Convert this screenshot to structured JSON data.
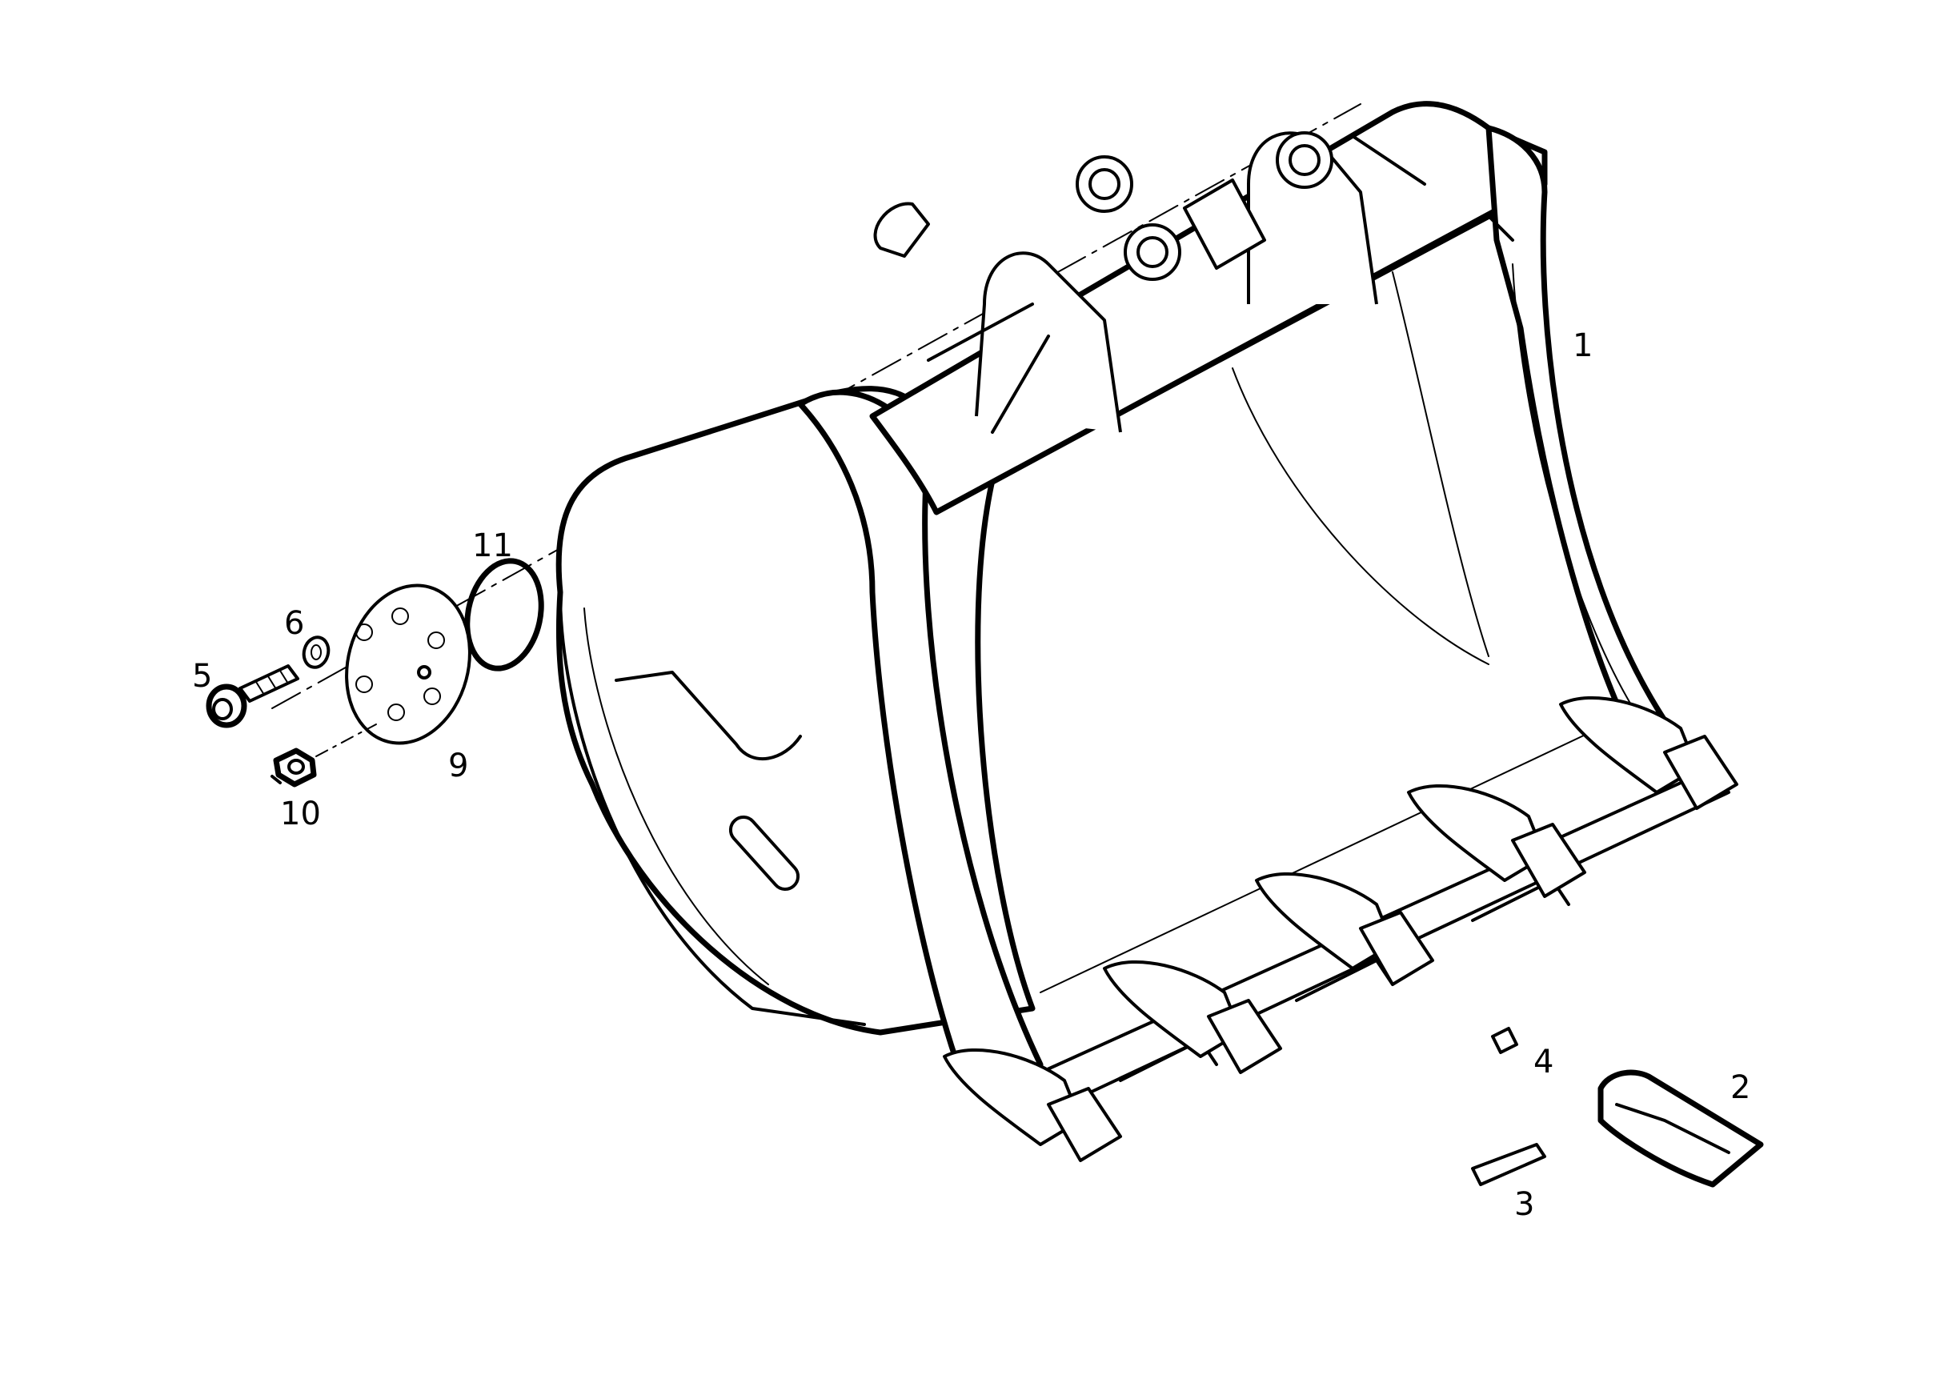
{
  "diagram": {
    "callouts": [
      {
        "id": "1",
        "label": "1"
      },
      {
        "id": "2",
        "label": "2"
      },
      {
        "id": "3",
        "label": "3"
      },
      {
        "id": "4",
        "label": "4"
      },
      {
        "id": "5",
        "label": "5"
      },
      {
        "id": "6",
        "label": "6"
      },
      {
        "id": "9",
        "label": "9"
      },
      {
        "id": "10",
        "label": "10"
      },
      {
        "id": "11",
        "label": "11"
      }
    ]
  }
}
